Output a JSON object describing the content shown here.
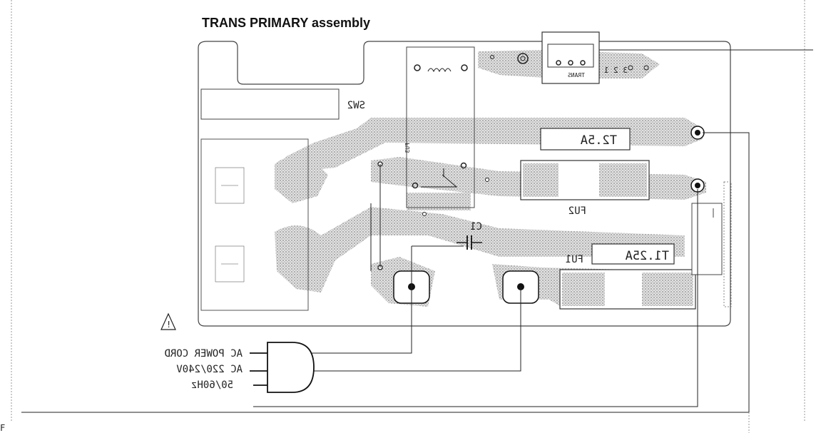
{
  "diagram": {
    "title": "TRANS PRIMARY assembly",
    "fuses": {
      "fu1_ref": "FU1",
      "fu1_rating": "T1.25A",
      "fu2_ref": "FU2",
      "fu3_ref": "FU3",
      "fu3_rating": "T2.5A"
    },
    "switch_label": "SW2",
    "capacitor_label": "C1",
    "trans_label": "TRANS",
    "connector_pins": "3 2 1",
    "power_cord": {
      "line1": "AC POWER CORD",
      "line2": "AC 220/240V",
      "line3": "50/60Hz"
    },
    "caution_symbol": "!",
    "corner_mark": "F"
  }
}
